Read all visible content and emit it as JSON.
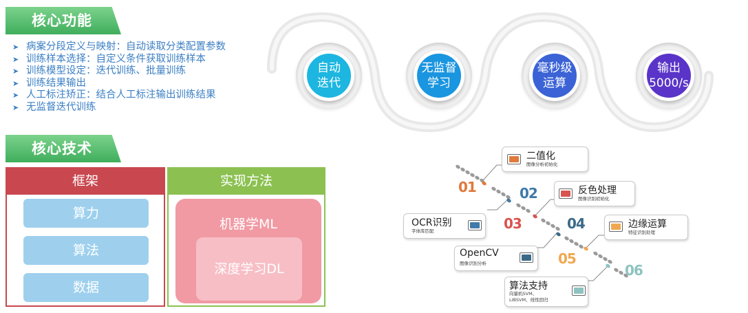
{
  "core_functions": {
    "title": "核心功能",
    "items": [
      "病案分段定义与映射：自动读取分类配置参数",
      "训练样本选择：自定义条件获取训练样本",
      "训练模型设定：迭代训练、批量训练",
      "训练结果输出",
      "人工标注矫正：结合人工标注输出训练结果",
      "无监督迭代训练"
    ]
  },
  "core_tech": {
    "title": "核心技术",
    "framework_header": "框架",
    "method_header": "实现方法",
    "framework_items": [
      "算力",
      "算法",
      "数据"
    ],
    "ml_label": "机器学ML",
    "dl_label": "深度学习DL"
  },
  "badges": [
    {
      "line1": "自动",
      "line2": "迭代",
      "color": "#1cb6e0"
    },
    {
      "line1": "无监督",
      "line2": "学习",
      "color": "#1a95e0"
    },
    {
      "line1": "毫秒级",
      "line2": "运算",
      "color": "#3b63d6"
    },
    {
      "line1": "输出",
      "line2": "5000/s",
      "color": "#5a34c8"
    }
  ],
  "process": {
    "steps": [
      {
        "num": "01",
        "title": "二值化",
        "sub": "图像分析初始化",
        "color": "#e07a3b"
      },
      {
        "num": "02",
        "title": "OCR识别",
        "sub": "字体库匹配",
        "color": "#3f7aa8"
      },
      {
        "num": "03",
        "title": "反色处理",
        "sub": "图像识别初始化",
        "color": "#d9534f"
      },
      {
        "num": "04",
        "title": "OpenCV",
        "sub": "图像识别分析",
        "color": "#3b6a88"
      },
      {
        "num": "05",
        "title": "边缘运算",
        "sub": "特征识别处理",
        "color": "#f0a850"
      },
      {
        "num": "06",
        "title": "算法支持",
        "sub_line1": "向量机SVM、",
        "sub_line2": "LIBSVM、线性回归",
        "color": "#8ec3c0"
      }
    ]
  },
  "colors": {
    "header_green": "#3fae5c",
    "list_blue": "#3b7fc4",
    "framework_red": "#c9474f",
    "method_green": "#8cc152",
    "pill_blue": "#9ed0ee",
    "ml_pink": "#f19aa4",
    "dl_pink": "#f7bec6"
  }
}
